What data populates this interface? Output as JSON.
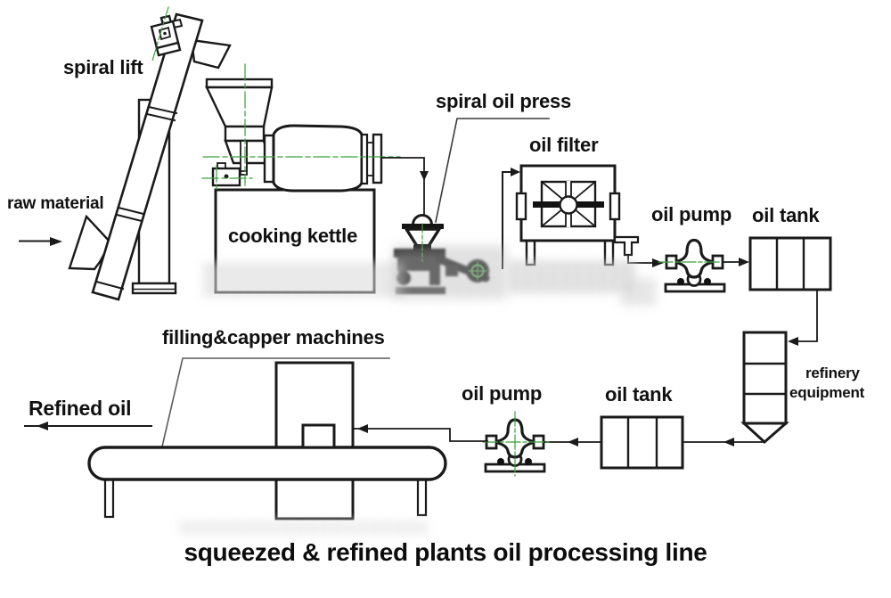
{
  "title": "squeezed & refined plants oil processing line",
  "colors": {
    "line": "#1a1a1a",
    "centerline_green": "#3aa03a",
    "label_text": "#111111",
    "background": "#ffffff"
  },
  "labels": {
    "spiral_lift": "spiral lift",
    "raw_material": "raw material",
    "cooking_kettle": "cooking kettle",
    "spiral_oil_press": "spiral oil press",
    "oil_filter": "oil filter",
    "oil_pump_top": "oil pump",
    "oil_tank_top": "oil tank",
    "refinery_line1": "refinery",
    "refinery_line2": "equipment",
    "filling_capper": "filling&capper machines",
    "refined_oil": "Refined oil",
    "oil_pump_bottom": "oil pump",
    "oil_tank_bottom": "oil tank"
  }
}
